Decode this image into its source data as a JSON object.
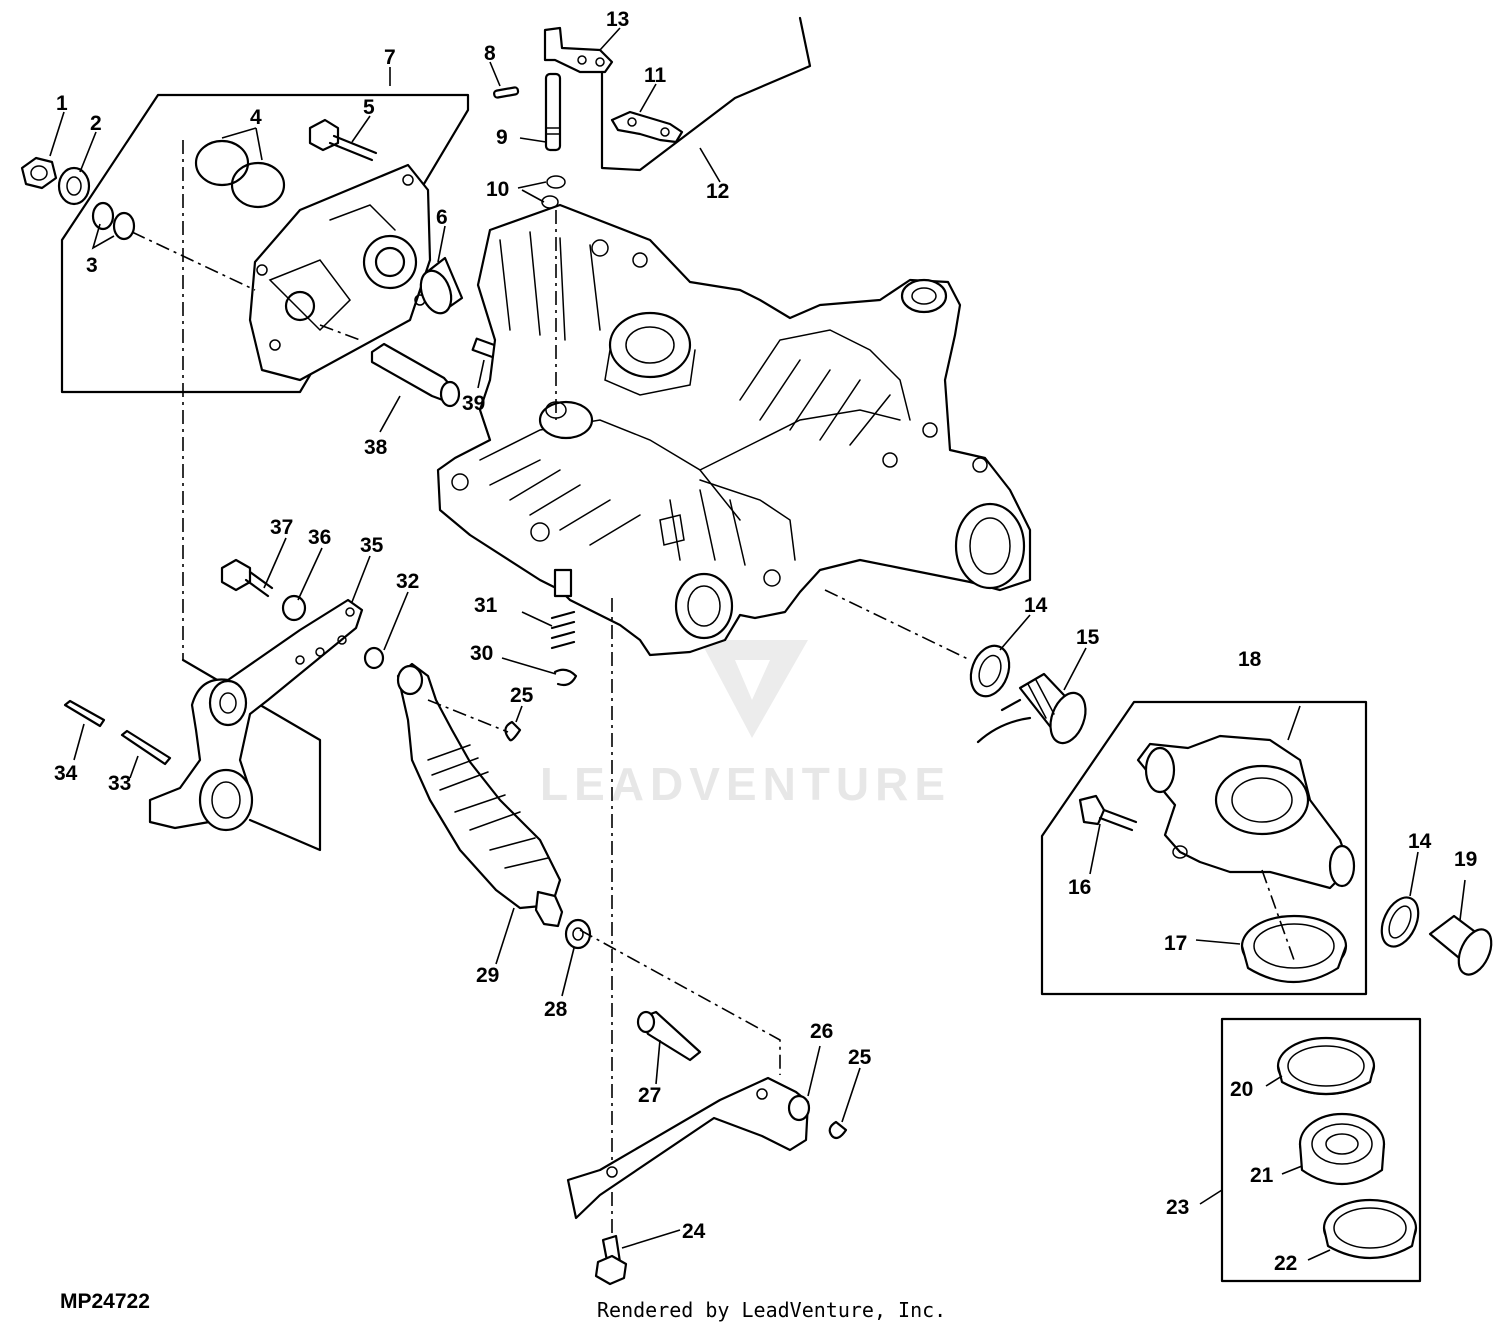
{
  "diagram": {
    "figure_code": "MP24722",
    "credit": "Rendered by LeadVenture, Inc.",
    "watermark": "LEADVENTURE",
    "part_callouts": [
      "1",
      "2",
      "3",
      "4",
      "5",
      "6",
      "7",
      "8",
      "9",
      "10",
      "11",
      "12",
      "13",
      "14",
      "14",
      "15",
      "16",
      "17",
      "18",
      "19",
      "20",
      "21",
      "22",
      "23",
      "24",
      "25",
      "25",
      "26",
      "27",
      "28",
      "29",
      "30",
      "31",
      "32",
      "33",
      "34",
      "35",
      "36",
      "37",
      "38",
      "39"
    ]
  }
}
